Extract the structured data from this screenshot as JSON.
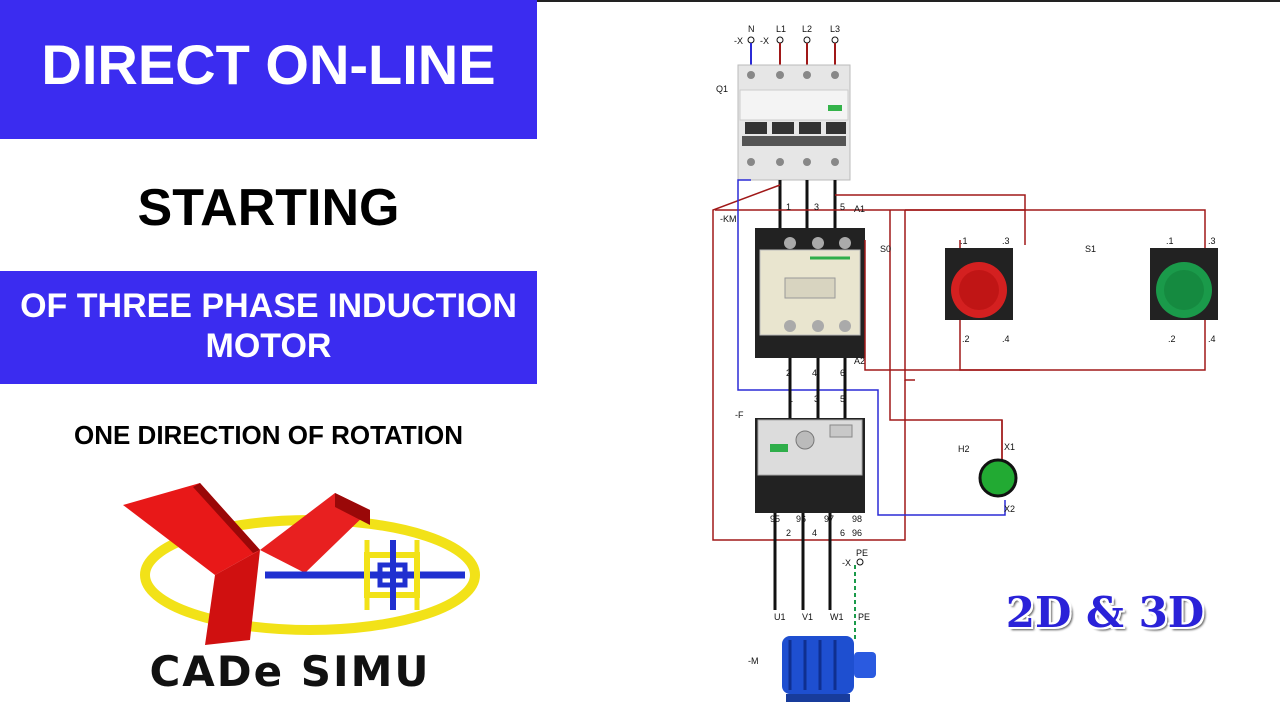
{
  "title_line": "DIRECT ON-LINE",
  "starting": "STARTING",
  "motor_line1": "OF THREE PHASE INDUCTION",
  "motor_line2": "MOTOR",
  "subtitle": "ONE DIRECTION OF ROTATION",
  "logo_text": "CADe SIMU",
  "dimension_label": "2D & 3D",
  "colors": {
    "banner": "#3b2cf0",
    "wire_red": "#a01818",
    "wire_blue": "#2b2bd6",
    "stop_button": "#d42020",
    "start_button": "#1a9a4a",
    "lamp": "#22aa33"
  },
  "diagram": {
    "supply_terminals": [
      "N",
      "L1",
      "L2",
      "L3"
    ],
    "terminal_prefix": "-X",
    "breaker": "Q1",
    "contactor": "-KM",
    "contactor_top_terminals": [
      "1",
      "3",
      "5",
      "A1"
    ],
    "contactor_bottom_terminals": [
      "2",
      "4",
      "6",
      "A2"
    ],
    "overload": "-F",
    "overload_top_terminals": [
      "1",
      "3",
      "5"
    ],
    "overload_bottom_terminals": [
      "2",
      "4",
      "6",
      "96"
    ],
    "overload_aux": [
      "95",
      "96",
      "97",
      "98"
    ],
    "stop_button": "S0",
    "start_button": "S1",
    "button_terminals_top": [
      ".1",
      ".3"
    ],
    "button_terminals_bottom": [
      ".2",
      ".4"
    ],
    "lamp": "H2",
    "lamp_terminals": [
      "X1",
      "X2"
    ],
    "pe_terminal": "PE",
    "motor_terminals": [
      "U1",
      "V1",
      "W1",
      "PE"
    ],
    "motor": "-M"
  }
}
